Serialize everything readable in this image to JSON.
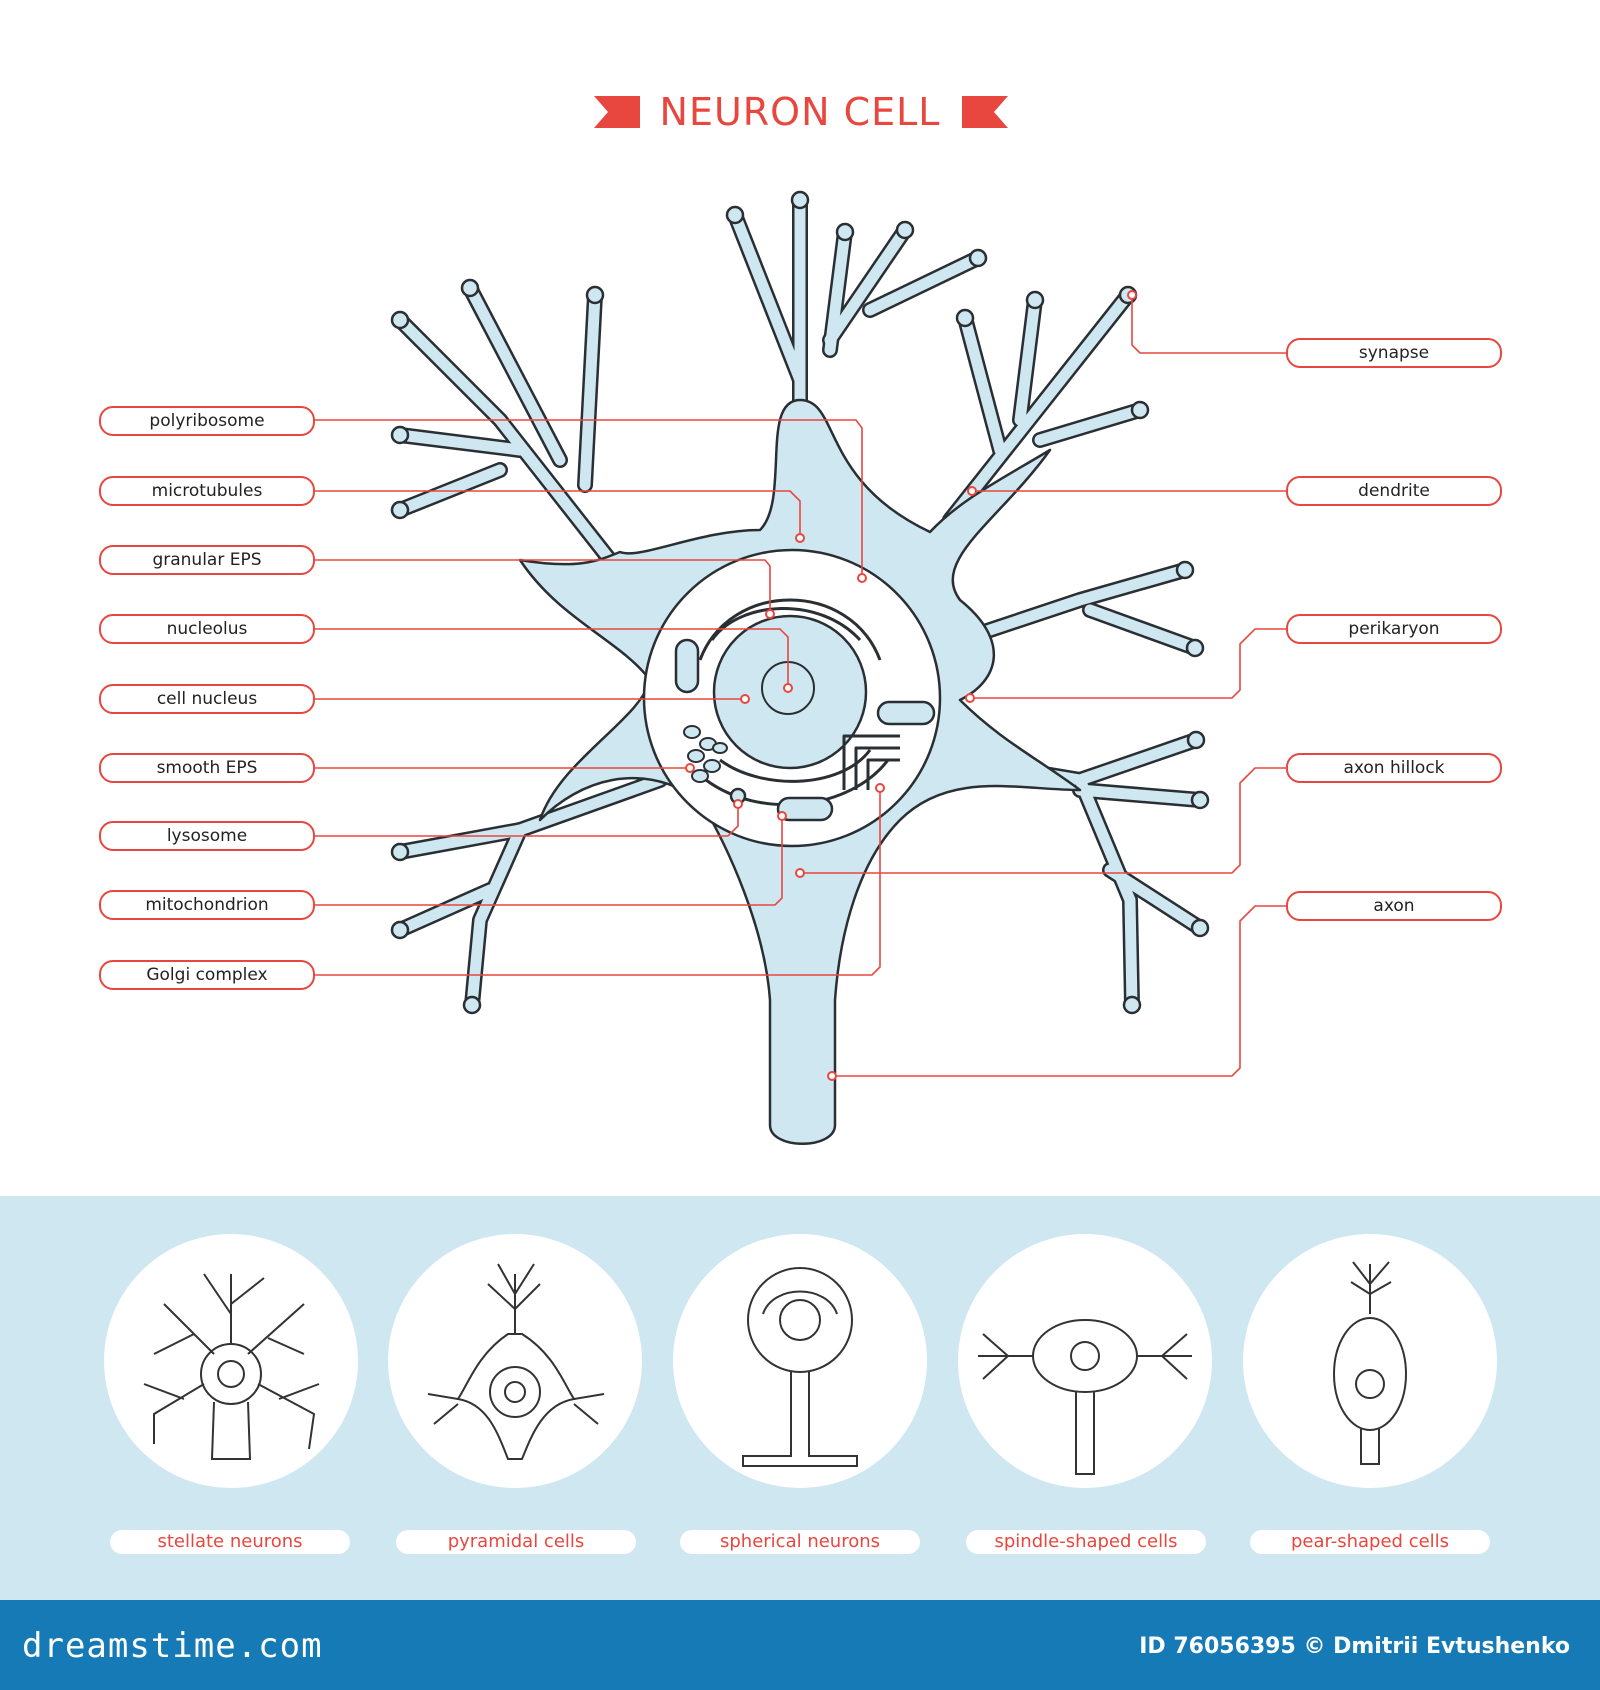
{
  "title": "NEURON CELL",
  "labels_left": [
    "polyribosome",
    "microtubules",
    "granular EPS",
    "nucleolus",
    "cell nucleus",
    "smooth EPS",
    "lysosome",
    "mitochondrion",
    "Golgi complex"
  ],
  "labels_right": [
    "synapse",
    "dendrite",
    "perikaryon",
    "axon hillock",
    "axon"
  ],
  "neuron_types": [
    "stellate neurons",
    "pyramidal cells",
    "spherical neurons",
    "spindle-shaped cells",
    "pear-shaped cells"
  ],
  "footer": {
    "brand": "dreamstime.com",
    "credit": "ID 76056395 © Dmitrii Evtushenko"
  },
  "colors": {
    "accent": "#e8473f",
    "cell_fill": "#cfe7f0",
    "outline": "#2a2f33",
    "footer": "#157ab5"
  }
}
